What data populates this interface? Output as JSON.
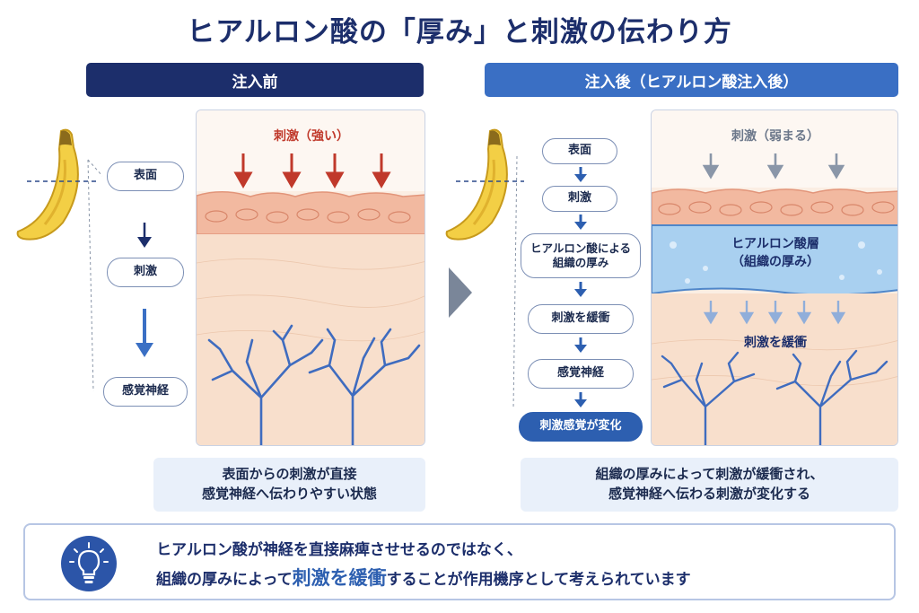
{
  "title": "ヒアルロン酸の「厚み」と刺激の伝わり方",
  "before": {
    "header": "注入前",
    "flow": [
      "表面",
      "刺激",
      "感覚神経"
    ],
    "stimulus_label": "刺激（強い）",
    "caption_line1": "表面からの刺激が直接",
    "caption_line2": "感覚神経へ伝わりやすい状態"
  },
  "after": {
    "header": "注入後（ヒアルロン酸注入後）",
    "flow": [
      "表面",
      "刺激",
      "ヒアルロン酸による",
      "組織の厚み",
      "刺激を緩衝",
      "感覚神経",
      "刺激感覚が変化"
    ],
    "stimulus_label": "刺激（弱まる）",
    "ha_layer_line1": "ヒアルロン酸層",
    "ha_layer_line2": "（組織の厚み）",
    "buffer_label": "刺激を緩衝",
    "caption_line1": "組織の厚みによって刺激が緩衝され、",
    "caption_line2": "感覚神経へ伝わる刺激が変化する"
  },
  "bottom": {
    "line1": "ヒアルロン酸が神経を直接麻痺させせるのではなく、",
    "line2_pre": "組織の厚みによって",
    "line2_emph": "刺激を緩衝",
    "line2_post": "することが作用機序として考えられています"
  },
  "icons": {
    "banana": "banana-icon",
    "bulb": "lightbulb-icon",
    "transition": "chevron-right-icon"
  },
  "colors": {
    "navy": "#1c2e6b",
    "blue": "#3a6fc4",
    "strong_arrow": "#c0392b",
    "weak_arrow": "#8a96a8",
    "nerve": "#3f6cbf",
    "ha_layer": "#a9d0f0"
  }
}
